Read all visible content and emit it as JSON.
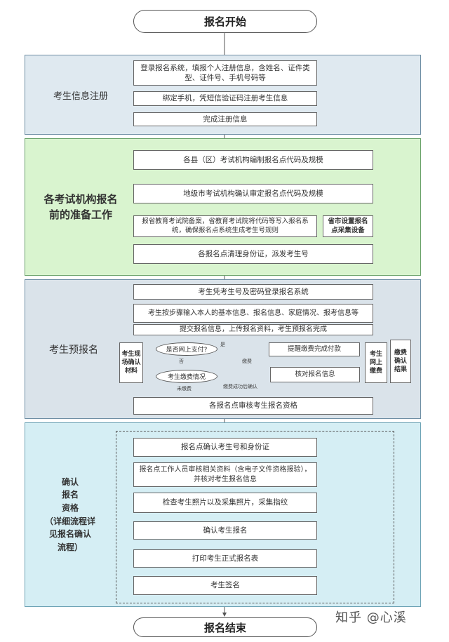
{
  "start_label": "报名开始",
  "end_label": "报名结束",
  "stage1": {
    "label": "考生信息注册",
    "steps": [
      "登录报名系统，填报个人注册信息，含姓名、证件类型、证件号、手机号码等",
      "绑定手机，凭短信验证码注册考生信息",
      "完成注册信息"
    ]
  },
  "stage2": {
    "label": "各考试机构报名\n前的准备工作",
    "steps": [
      "各县（区）考试机构编制报名点代码及规模",
      "地级市考试机构确认审定报名点代码及规模",
      "报省教育考试院备案，省教育考试院将代码等写入报名系统，确保报名点系统生成考生号规则",
      "省市设置报名点采集设备",
      "各报名点清理身份证，派发考生号"
    ]
  },
  "stage3": {
    "label": "考生预报名",
    "steps": [
      "考生凭考生号及密码登录报名系统",
      "考生按步骤输入本人的基本信息、报名信息、家庭情况、报考信息等",
      "提交报名信息，上传报名资料，考生预报名完成",
      "各报名点审核考生报名资格"
    ],
    "side_left": "考生现场确认材料",
    "side_right_1": "考生网上缴费",
    "side_right_2": "缴费确认结果",
    "decision_1": "是否网上支付?",
    "decision_2": "考生缴费情况",
    "mid_1": "提醒缴费完成付款",
    "mid_2": "核对报名信息",
    "tiny_labels": [
      "是",
      "否",
      "缴费",
      "未缴费",
      "缴费成功后确认"
    ]
  },
  "stage4": {
    "label": "确认\n报名\n资格\n（详细流程详\n见报名确认\n流程）",
    "steps": [
      "报名点确认考生号和身份证",
      "报名点工作人员审核相关资料（含电子文件资格报验），并核对考生报名信息",
      "检查考生照片以及采集照片，采集指纹",
      "确认考生报名",
      "打印考生正式报名表",
      "考生签名"
    ]
  },
  "watermark": "知乎 @心溪"
}
